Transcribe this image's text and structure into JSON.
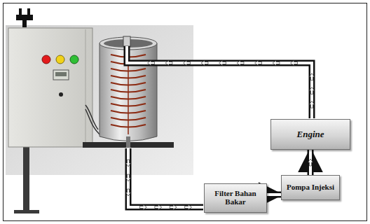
{
  "diagram": {
    "nodes": [
      {
        "text": [
          "Engine"
        ]
      },
      {
        "text": [
          "Filter Bahan Bakar"
        ]
      },
      {
        "text": [
          "Pompa Injeksi"
        ]
      }
    ],
    "edges": [
      {
        "from": 1,
        "to": 2,
        "arrow": "to"
      },
      {
        "from": 2,
        "to": 0,
        "arrow": "to"
      }
    ]
  }
}
